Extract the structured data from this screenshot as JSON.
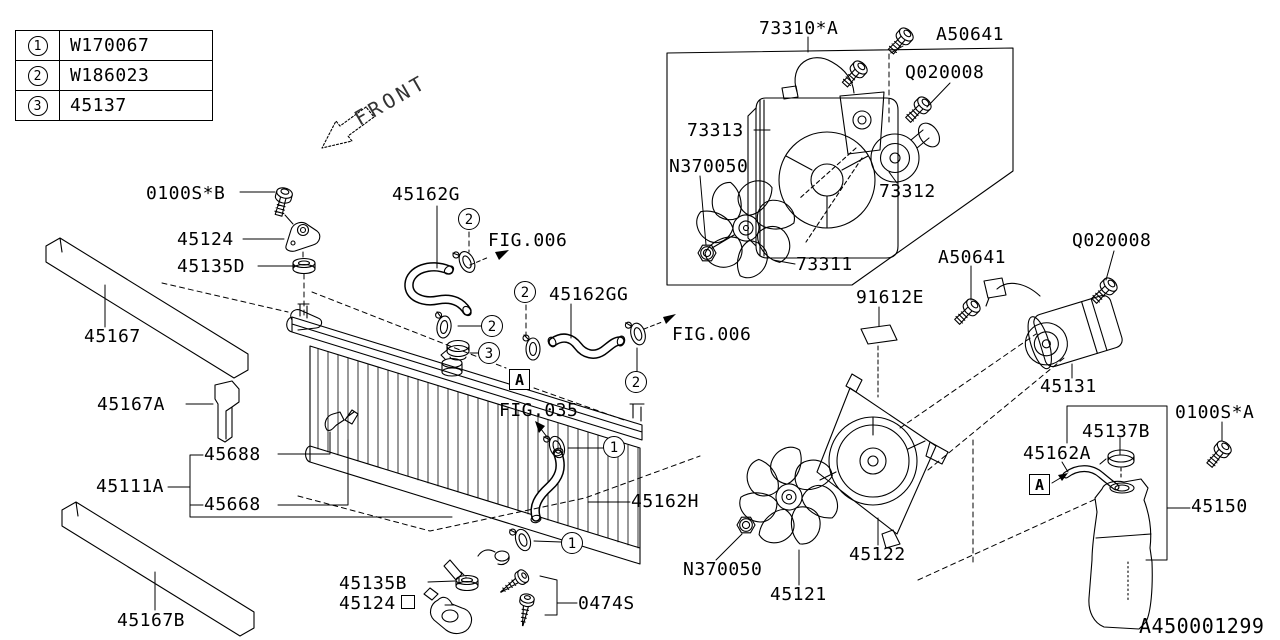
{
  "legend": {
    "rows": [
      {
        "num": "1",
        "code": "W170067"
      },
      {
        "num": "2",
        "code": "W186023"
      },
      {
        "num": "3",
        "code": "45137"
      }
    ]
  },
  "front_label": "FRONT",
  "diagram_id": "A450001299",
  "markers": {
    "a": "A",
    "one": "1",
    "two": "2",
    "three": "3"
  },
  "figs": {
    "fig006": "FIG.006",
    "fig035": "FIG.035"
  },
  "parts": {
    "p73310a": "73310*A",
    "a50641": "A50641",
    "q020008": "Q020008",
    "p73313": "73313",
    "n370050": "N370050",
    "p73312": "73312",
    "p73311": "73311",
    "p91612e": "91612E",
    "p45131": "45131",
    "p0100sa": "0100S*A",
    "p45137b": "45137B",
    "p45162a": "45162A",
    "p45150": "45150",
    "p45122": "45122",
    "p45121": "45121",
    "p0100sb": "0100S*B",
    "p45124": "45124",
    "p45135d": "45135D",
    "p45167": "45167",
    "p45167a": "45167A",
    "p45688": "45688",
    "p45111a": "45111A",
    "p45668": "45668",
    "p45167b": "45167B",
    "p45135b": "45135B",
    "p0474s": "0474S",
    "p45162g": "45162G",
    "p45162gg": "45162GG",
    "p45162h": "45162H"
  },
  "colors": {
    "ink": "#000000",
    "paper": "#ffffff"
  }
}
